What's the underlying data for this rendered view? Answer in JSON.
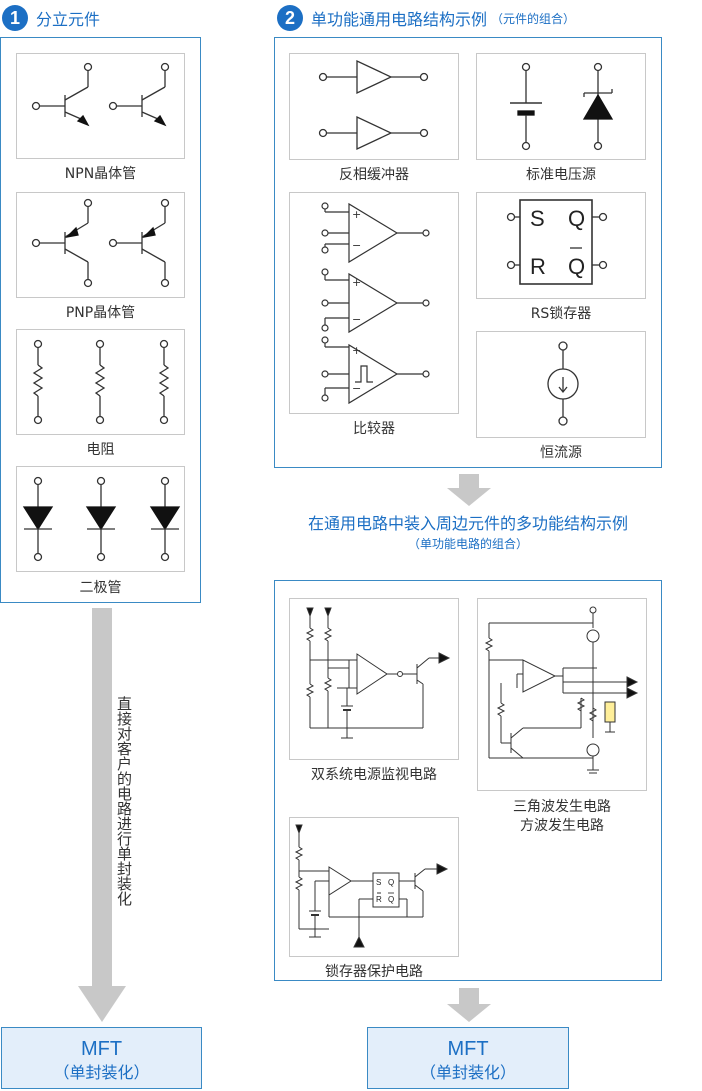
{
  "step1": {
    "number": "1",
    "title": "分立元件",
    "items": [
      {
        "label": "NPN晶体管"
      },
      {
        "label": "PNP晶体管"
      },
      {
        "label": "电阻"
      },
      {
        "label": "二极管"
      }
    ]
  },
  "step2": {
    "number": "2",
    "title": "单功能通用电路结构示例",
    "note": "（元件的组合）",
    "items": [
      {
        "label": "反相缓冲器"
      },
      {
        "label": "标准电压源"
      },
      {
        "label": "RS锁存器"
      },
      {
        "label": "比较器"
      },
      {
        "label": "恒流源"
      }
    ],
    "latch": {
      "s": "S",
      "q": "Q",
      "r": "R",
      "qbar": "Q"
    }
  },
  "step3": {
    "title": "在通用电路中装入周边元件的多功能结构示例",
    "note": "（单功能电路的组合）",
    "items": [
      {
        "label": "双系统电源监视电路"
      },
      {
        "label": "三角波发生电路"
      },
      {
        "label": "方波发生电路"
      },
      {
        "label": "锁存器保护电路"
      }
    ],
    "mini_latch": {
      "s": "S",
      "q": "Q",
      "r": "R",
      "qbar": "Q"
    }
  },
  "side_note": "直接对客户的电路进行单封装化",
  "mft_left": {
    "title": "MFT",
    "subtitle": "（单封装化）"
  },
  "mft_right": {
    "title": "MFT",
    "subtitle": "（单封装化）"
  },
  "colors": {
    "accent": "#1c6fc4",
    "border": "#3a8ac4",
    "arrow": "#c8c8c8",
    "mft_fill": "#e3eefa"
  }
}
